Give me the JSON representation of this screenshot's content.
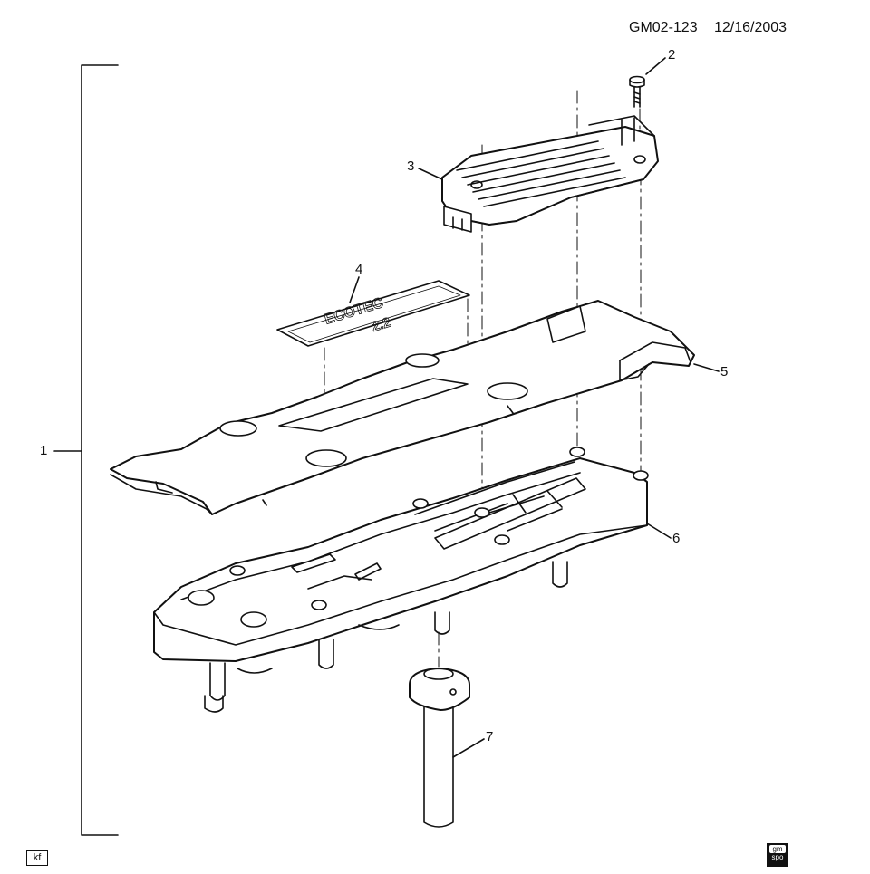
{
  "header": {
    "ref_id": "GM02-123",
    "date": "12/16/2003"
  },
  "callouts": [
    {
      "num": "1",
      "part": "ignition-coil-assembly"
    },
    {
      "num": "2",
      "part": "bolt"
    },
    {
      "num": "3",
      "part": "ignition-control-module"
    },
    {
      "num": "4",
      "part": "engine-label"
    },
    {
      "num": "5",
      "part": "cover"
    },
    {
      "num": "6",
      "part": "coil-housing"
    },
    {
      "num": "7",
      "part": "spark-plug-boot"
    }
  ],
  "label": {
    "line1": "ECOTEC",
    "line2": "2.2"
  },
  "footer": {
    "author_box": "kf",
    "logo_top": "gm",
    "logo_bottom": "spo"
  }
}
